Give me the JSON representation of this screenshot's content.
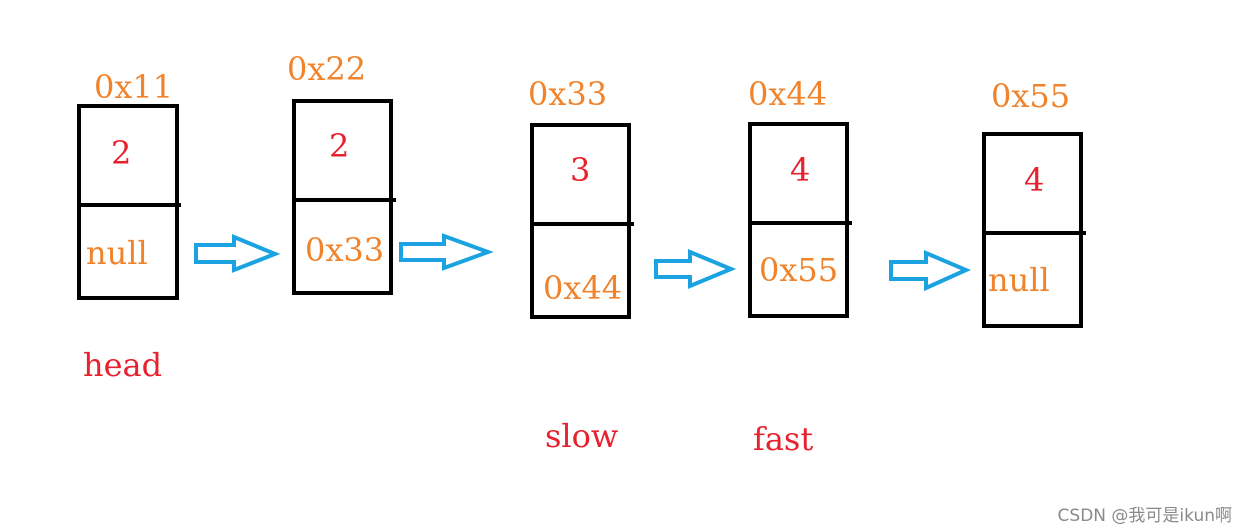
{
  "nodes": [
    {
      "address": "0x11",
      "value": "2",
      "next": "null"
    },
    {
      "address": "0x22",
      "value": "2",
      "next": "0x33"
    },
    {
      "address": "0x33",
      "value": "3",
      "next": "0x44"
    },
    {
      "address": "0x44",
      "value": "4",
      "next": "0x55"
    },
    {
      "address": "0x55",
      "value": "4",
      "next": "null"
    }
  ],
  "pointers": {
    "head": "head",
    "slow": "slow",
    "fast": "fast"
  },
  "colors": {
    "address": "#f0842c",
    "value": "#e8212e",
    "pointer": "#e8212e",
    "arrow": "#1aa3e0",
    "box": "#000000"
  },
  "watermark": "CSDN @我可是ikun啊"
}
